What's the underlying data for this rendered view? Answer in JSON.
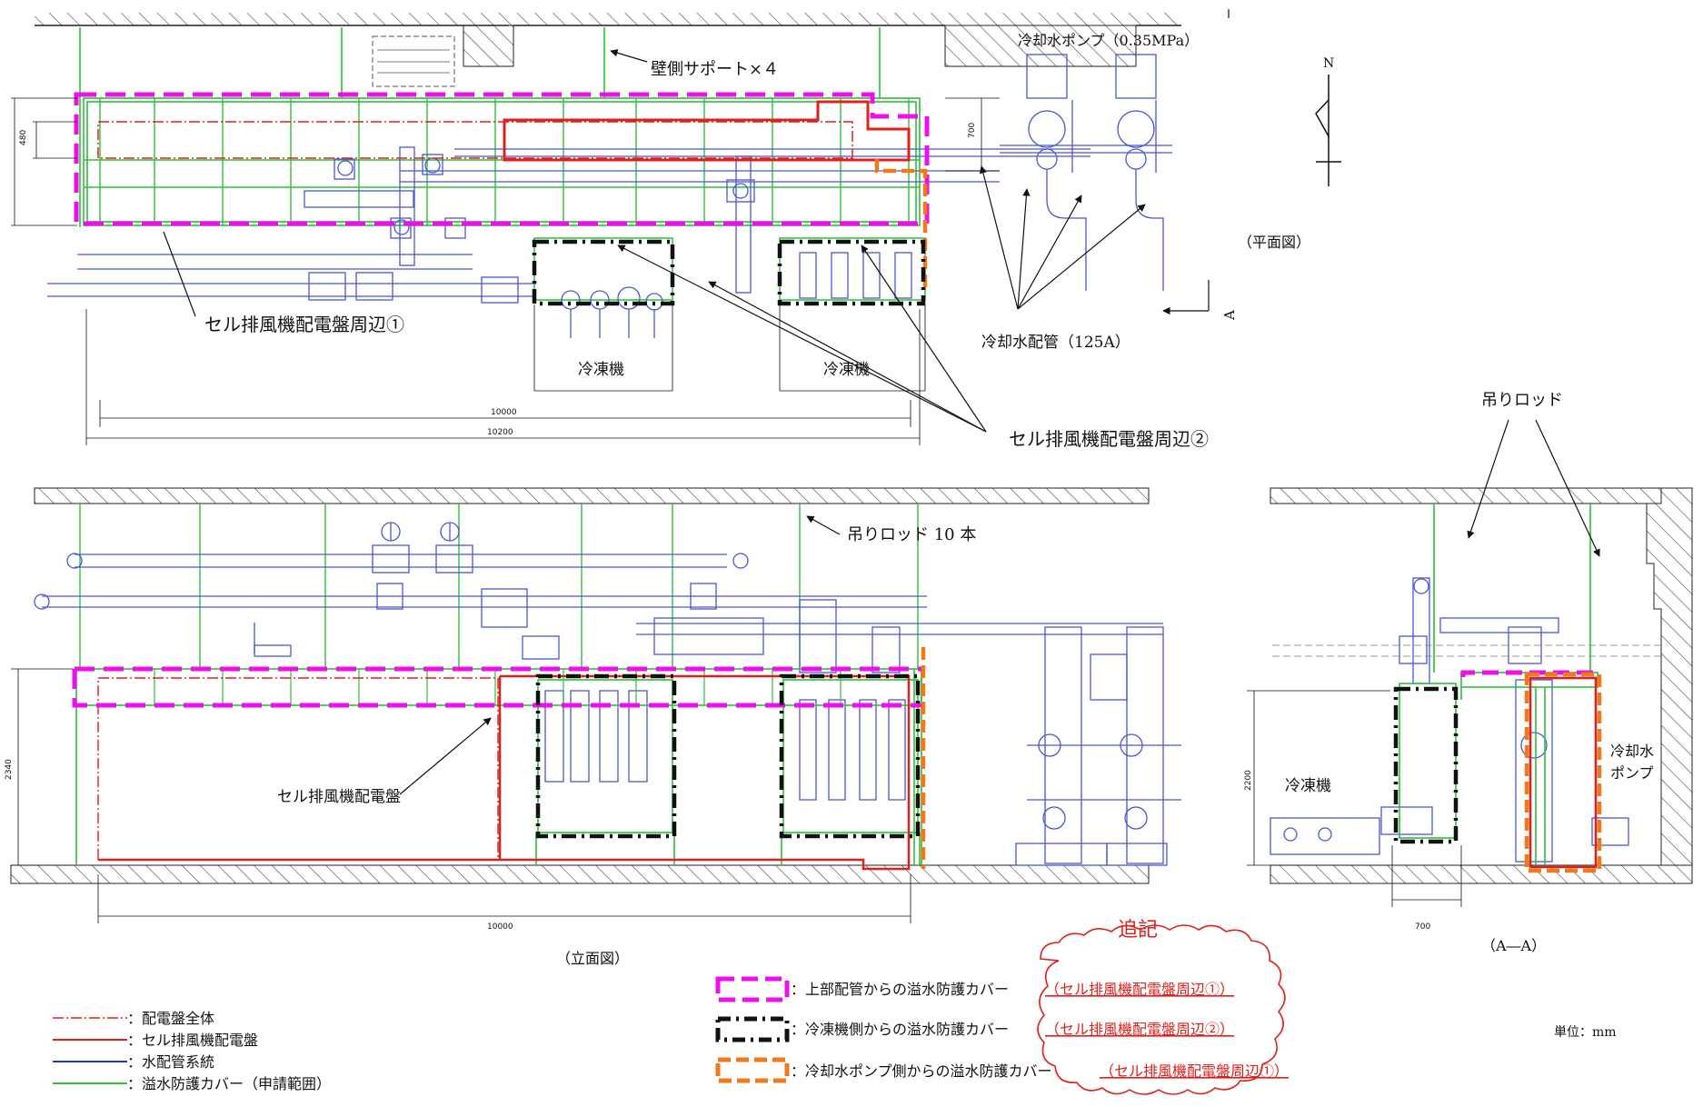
{
  "views": {
    "plan": {
      "caption": "（平面図）",
      "north": "N",
      "section_mark": "A",
      "labels": {
        "wall_support": "壁側サポート×４",
        "pump": "冷却水ポンプ（0.35MPa）",
        "pipe": "冷却水配管（125A）",
        "area1": "セル排風機配電盤周辺①",
        "area2": "セル排風機配電盤周辺②",
        "chiller1": "冷凍機",
        "chiller2": "冷凍機"
      },
      "dimensions": {
        "d480": "480",
        "d700": "700",
        "d10000": "10000",
        "d10200": "10200"
      }
    },
    "elevation": {
      "caption": "（立面図）",
      "labels": {
        "rods": "吊りロッド 10 本",
        "panel": "セル排風機配電盤"
      },
      "dimensions": {
        "d2340": "2340",
        "d10000": "10000"
      }
    },
    "section": {
      "caption": "（A―A）",
      "labels": {
        "rod": "吊りロッド",
        "chiller": "冷凍機",
        "pump_line1": "冷却水",
        "pump_line2": "ポンプ"
      },
      "dimensions": {
        "d2200": "2200",
        "d700": "700"
      }
    }
  },
  "legend_left": [
    {
      "text": "：配電盤全体",
      "color": "#e0201c",
      "style": "dashdot"
    },
    {
      "text": "：セル排風機配電盤",
      "color": "#e0201c",
      "style": "solid"
    },
    {
      "text": "：水配管系統",
      "color": "#2431d6",
      "style": "solid"
    },
    {
      "text": "：溢水防護カバー（申請範囲）",
      "color": "#2fbf3a",
      "style": "solid"
    }
  ],
  "legend_right": [
    {
      "text": "：上部配管からの溢水防護カバー",
      "note": "（セル排風機配電盤周辺①）",
      "color": "#ee0fee"
    },
    {
      "text": "：冷凍機側からの溢水防護カバー",
      "note": "（セル排風機配電盤周辺②）",
      "color": "#111111"
    },
    {
      "text": "：冷却水ポンプ側からの溢水防護カバー",
      "note": "（セル排風機配電盤周辺①）",
      "color": "#f07a1a"
    }
  ],
  "addendum_title": "追記",
  "unit": "単位：mm",
  "colors": {
    "cover": "#2fbf3a",
    "pipe": "#4a55d8",
    "panel": "#e0201c",
    "magenta": "#ee0fee",
    "black": "#111111",
    "orange": "#f07a1a",
    "hatch": "#444444"
  }
}
